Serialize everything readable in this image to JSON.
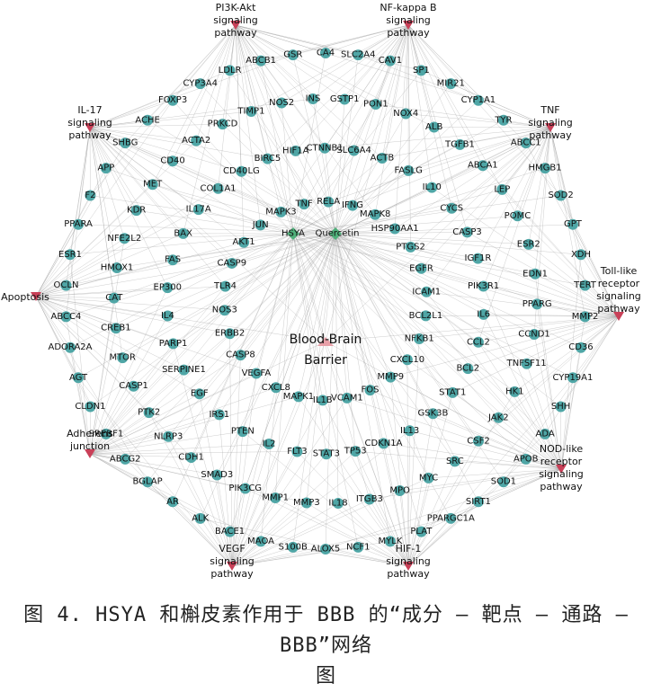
{
  "caption": {
    "line1": "图 4. HSYA 和槲皮素作用于 BBB 的“成分 – 靶点 – 通路 –BBB”网络",
    "line2": "图"
  },
  "colors": {
    "target": "#4fa6a6",
    "pathway": "#c94058",
    "compound": "#4fb07a",
    "bbb": "#e8a0a8",
    "edge": "#9a9a9a"
  },
  "network": {
    "center": {
      "label_line1": "Blood-Brain",
      "label_line2": "Barrier"
    },
    "compounds": [
      {
        "id": "hsya",
        "label": "HSYA"
      },
      {
        "id": "quercetin",
        "label": "Quercetin"
      }
    ],
    "pathways": [
      {
        "id": "pi3k",
        "lines": [
          "PI3K-Akt",
          "signaling",
          "pathway"
        ]
      },
      {
        "id": "nfkb",
        "lines": [
          "NF-kappa B",
          "signaling",
          "pathway"
        ]
      },
      {
        "id": "tnf",
        "lines": [
          "TNF",
          "signaling",
          "pathway"
        ]
      },
      {
        "id": "toll",
        "lines": [
          "Toll-like",
          "receptor",
          "signaling",
          "pathway"
        ]
      },
      {
        "id": "nod",
        "lines": [
          "NOD-like",
          "receptor",
          "signaling",
          "pathway"
        ]
      },
      {
        "id": "hif1",
        "lines": [
          "HIF-1",
          "signaling",
          "pathway"
        ]
      },
      {
        "id": "vegf",
        "lines": [
          "VEGF",
          "signaling",
          "pathway"
        ]
      },
      {
        "id": "adherens",
        "lines": [
          "Adherens",
          "junction"
        ]
      },
      {
        "id": "apoptosis",
        "lines": [
          "Apoptosis"
        ]
      },
      {
        "id": "il17",
        "lines": [
          "IL-17",
          "signaling",
          "pathway"
        ]
      }
    ],
    "targets": [
      "CA4",
      "SLC2A4",
      "CAV1",
      "SP1",
      "MIR21",
      "CYP1A1",
      "TYR",
      "ABCC1",
      "HMGB1",
      "SOD2",
      "GPT",
      "XDH",
      "TERT",
      "MMP2",
      "CD36",
      "CYP19A1",
      "SHH",
      "ADA",
      "APOB",
      "SOD1",
      "SIRT1",
      "PPARGC1A",
      "PLAT",
      "MYLK",
      "NCF1",
      "ALOX5",
      "S100B",
      "MAOA",
      "BACE1",
      "ALK",
      "AR",
      "BGLAP",
      "ABCG2",
      "SREBF1",
      "CLDN1",
      "AGT",
      "ADORA2A",
      "ABCC4",
      "OCLN",
      "ESR1",
      "PPARA",
      "F2",
      "APP",
      "SHBG",
      "ACHE",
      "FOXP3",
      "CYP3A4",
      "LDLR",
      "ABCB1",
      "GSR",
      "GSTP1",
      "PON1",
      "NOX4",
      "ALB",
      "TGFB1",
      "ABCA1",
      "LEP",
      "POMC",
      "ESR2",
      "EDN1",
      "PPARG",
      "CCND1",
      "TNFSF11",
      "HK1",
      "JAK2",
      "CSF2",
      "SRC",
      "MYC",
      "MPO",
      "ITGB3",
      "IL18",
      "MMP3",
      "MMP1",
      "PIK3CG",
      "SMAD3",
      "CDH1",
      "NLRP3",
      "PTK2",
      "CASP1",
      "MTOR",
      "CREB1",
      "CAT",
      "HMOX1",
      "NFE2L2",
      "KDR",
      "MET",
      "CD40",
      "ACTA2",
      "PRKCD",
      "TIMP1",
      "NOS2",
      "INS",
      "SLC6A4",
      "ACTB",
      "FASLG",
      "IL10",
      "CYCS",
      "CASP3",
      "IGF1R",
      "PIK3R1",
      "IL6",
      "CCL2",
      "BCL2",
      "STAT1",
      "GSK3B",
      "IL13",
      "CDKN1A",
      "TP53",
      "STAT3",
      "FLT3",
      "IL2",
      "PTEN",
      "IRS1",
      "EGF",
      "SERPINE1",
      "PARP1",
      "IL4",
      "EP300",
      "FAS",
      "BAX",
      "IL17A",
      "COL1A1",
      "CD40LG",
      "BIRC5",
      "HIF1A",
      "CTNNB1",
      "IFNG",
      "MAPK8",
      "HSP90AA1",
      "PTGS2",
      "EGFR",
      "ICAM1",
      "BCL2L1",
      "NFKB1",
      "CXCL10",
      "MMP9",
      "FOS",
      "VCAM1",
      "IL1B",
      "MAPK1",
      "CXCL8",
      "VEGFA",
      "CASP8",
      "ERBB2",
      "NOS3",
      "TLR4",
      "CASP9",
      "AKT1",
      "JUN",
      "MAPK3",
      "TNF",
      "RELA"
    ]
  }
}
